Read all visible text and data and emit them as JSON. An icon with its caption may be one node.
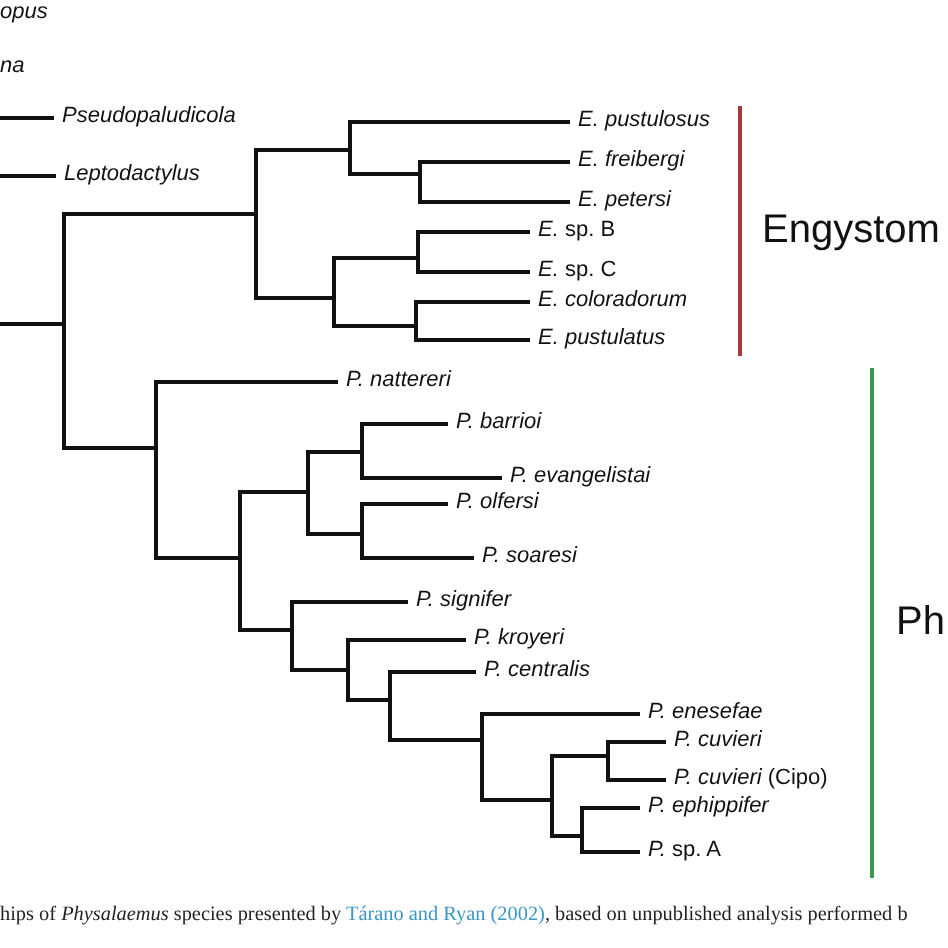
{
  "diagram": {
    "caption": "hips of *Physalaemus* species presented by Tárano and Ryan (2002), based on unpublished analysis performed b",
    "nodes": [
      {
        "text": [
          "Pseudopaludicola"
        ]
      },
      {
        "text": [
          "Leptodactylus"
        ]
      },
      {
        "text": [],
        "shape": "bar"
      },
      {
        "text": [],
        "shape": "bar"
      },
      {
        "text": [],
        "shape": "bar"
      },
      {
        "text": [
          "E. pustulosus"
        ]
      },
      {
        "text": [],
        "shape": "bar"
      },
      {
        "text": [
          "E. freibergi"
        ]
      },
      {
        "text": [
          "E. petersi"
        ]
      },
      {
        "text": [],
        "shape": "bar"
      },
      {
        "text": [],
        "shape": "bar"
      },
      {
        "text": [
          "*E.* sp. B"
        ]
      },
      {
        "text": [
          "*E.* sp. C"
        ]
      },
      {
        "text": [],
        "shape": "bar"
      },
      {
        "text": [
          "E. coloradorum"
        ]
      },
      {
        "text": [
          "E. pustulatus"
        ]
      },
      {
        "text": [],
        "shape": "bar"
      },
      {
        "text": [
          "P. nattereri"
        ]
      },
      {
        "text": [],
        "shape": "bar"
      },
      {
        "text": [],
        "shape": "bar"
      },
      {
        "text": [],
        "shape": "bar"
      },
      {
        "text": [
          "P. barrioi"
        ]
      },
      {
        "text": [
          "P. evangelistai"
        ]
      },
      {
        "text": [],
        "shape": "bar"
      },
      {
        "text": [
          "P. olfersi"
        ]
      },
      {
        "text": [
          "P. soaresi"
        ]
      },
      {
        "text": [],
        "shape": "bar"
      },
      {
        "text": [
          "P. signifer"
        ]
      },
      {
        "text": [],
        "shape": "bar"
      },
      {
        "text": [
          "P. kroyeri"
        ]
      },
      {
        "text": [],
        "shape": "bar"
      },
      {
        "text": [
          "P. centralis"
        ]
      },
      {
        "text": [],
        "shape": "bar"
      },
      {
        "text": [
          "P. enesefae"
        ]
      },
      {
        "text": [],
        "shape": "bar"
      },
      {
        "text": [],
        "shape": "bar"
      },
      {
        "text": [
          "P. cuvieri"
        ]
      },
      {
        "text": [
          "*P. cuvieri* (Cipo)"
        ]
      },
      {
        "text": [],
        "shape": "bar"
      },
      {
        "text": [
          "P. ephippifer"
        ]
      },
      {
        "text": [
          "*P.* sp. A"
        ]
      }
    ],
    "edges": [
      {
        "from": null,
        "to": 0,
        "arrow": "none"
      },
      {
        "from": null,
        "to": 1,
        "arrow": "none"
      },
      {
        "from": null,
        "to": 2,
        "arrow": "none"
      },
      {
        "from": 2,
        "to": 3,
        "arrow": "none"
      },
      {
        "from": 2,
        "to": 16,
        "arrow": "none"
      },
      {
        "from": 3,
        "to": 4,
        "arrow": "none"
      },
      {
        "from": 3,
        "to": 9,
        "arrow": "none"
      },
      {
        "from": 4,
        "to": 5,
        "arrow": "none"
      },
      {
        "from": 4,
        "to": 6,
        "arrow": "none"
      },
      {
        "from": 6,
        "to": 7,
        "arrow": "none"
      },
      {
        "from": 6,
        "to": 8,
        "arrow": "none"
      },
      {
        "from": 9,
        "to": 10,
        "arrow": "none"
      },
      {
        "from": 9,
        "to": 13,
        "arrow": "none"
      },
      {
        "from": 10,
        "to": 11,
        "arrow": "none"
      },
      {
        "from": 10,
        "to": 12,
        "arrow": "none"
      },
      {
        "from": 13,
        "to": 14,
        "arrow": "none"
      },
      {
        "from": 13,
        "to": 15,
        "arrow": "none"
      },
      {
        "from": 16,
        "to": 17,
        "arrow": "none"
      },
      {
        "from": 16,
        "to": 18,
        "arrow": "none"
      },
      {
        "from": 18,
        "to": 19,
        "arrow": "none"
      },
      {
        "from": 18,
        "to": 26,
        "arrow": "none"
      },
      {
        "from": 19,
        "to": 20,
        "arrow": "none"
      },
      {
        "from": 19,
        "to": 23,
        "arrow": "none"
      },
      {
        "from": 20,
        "to": 21,
        "arrow": "none"
      },
      {
        "from": 20,
        "to": 22,
        "arrow": "none"
      },
      {
        "from": 23,
        "to": 24,
        "arrow": "none"
      },
      {
        "from": 23,
        "to": 25,
        "arrow": "none"
      },
      {
        "from": 26,
        "to": 27,
        "arrow": "none"
      },
      {
        "from": 26,
        "to": 28,
        "arrow": "none"
      },
      {
        "from": 28,
        "to": 29,
        "arrow": "none"
      },
      {
        "from": 28,
        "to": 30,
        "arrow": "none"
      },
      {
        "from": 30,
        "to": 31,
        "arrow": "none"
      },
      {
        "from": 30,
        "to": 32,
        "arrow": "none"
      },
      {
        "from": 32,
        "to": 33,
        "arrow": "none"
      },
      {
        "from": 32,
        "to": 34,
        "arrow": "none"
      },
      {
        "from": 34,
        "to": 35,
        "arrow": "none"
      },
      {
        "from": 34,
        "to": 38,
        "arrow": "none"
      },
      {
        "from": 35,
        "to": 36,
        "arrow": "none"
      },
      {
        "from": 35,
        "to": 37,
        "arrow": "none"
      },
      {
        "from": 38,
        "to": 39,
        "arrow": "none"
      },
      {
        "from": 38,
        "to": 40,
        "arrow": "none"
      }
    ],
    "labels": [
      "opus",
      "na",
      "Engystom",
      "Ph"
    ]
  }
}
